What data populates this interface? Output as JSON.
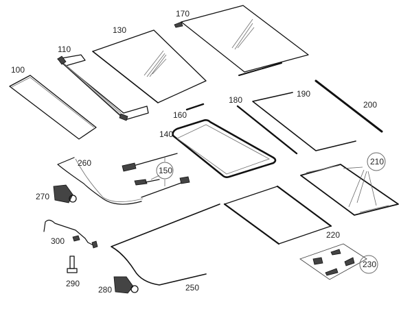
{
  "diagram": {
    "title": "Sliding sunroof exploded parts view",
    "labels": {
      "p100": "100",
      "p110": "110",
      "p130": "130",
      "p140": "140",
      "p150": "150",
      "p160": "160",
      "p170": "170",
      "p180": "180",
      "p190": "190",
      "p200": "200",
      "p210": "210",
      "p220": "220",
      "p230": "230",
      "p250": "250",
      "p260": "260",
      "p270": "270",
      "p280": "280",
      "p290": "290",
      "p300": "300"
    },
    "colors": {
      "line": "#111111",
      "label": "#222222",
      "leader": "#666666"
    }
  }
}
